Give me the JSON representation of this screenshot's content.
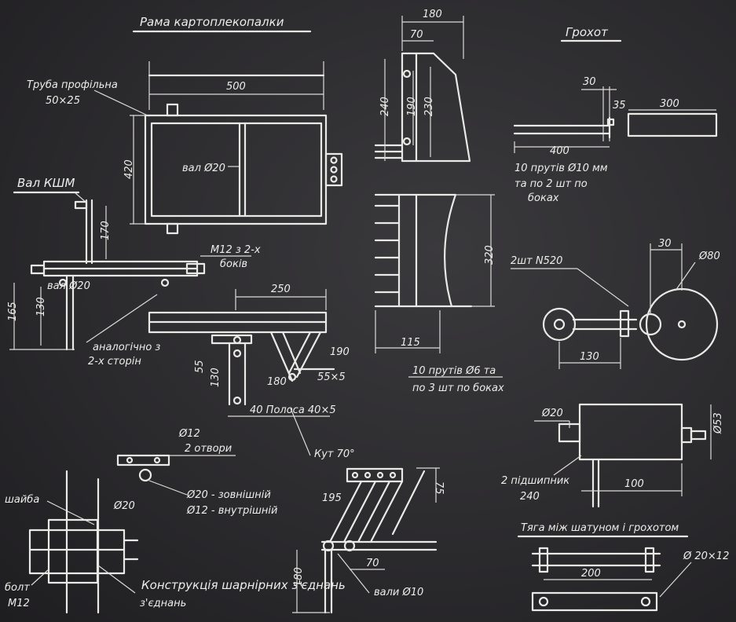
{
  "titles": {
    "frame": "Рама картоплекопалки",
    "sieve": "Грохот",
    "shaft": "Вал КШМ",
    "rod": "Тяга між шатуном і грохотом",
    "hinge": "Конструкція шарнірних з'єднань"
  },
  "frame": {
    "tube_note_1": "Труба профільна",
    "tube_note_2": "50×25",
    "len_500": "500",
    "len_420": "420",
    "shaft_d20": "вал Ø20"
  },
  "side_view": {
    "w180": "180",
    "w70": "70",
    "h240": "240",
    "h190": "190",
    "h230": "230"
  },
  "grate": {
    "h320": "320",
    "w115": "115",
    "note_1": "10 прутів Ø6 та",
    "note_2": "по 3 шт по боках"
  },
  "sieve": {
    "d30": "30",
    "d35": "35",
    "len300": "300",
    "len400": "400",
    "note_1": "10 прутів Ø10 мм",
    "note_2": "та по 2 шт по",
    "note_3": "боках"
  },
  "crank": {
    "label": "2шт N520",
    "d30": "30",
    "d80": "Ø80",
    "len130": "130"
  },
  "bearing_unit": {
    "d20": "Ø20",
    "d53": "Ø53",
    "note_1": "2 підшипник",
    "note_2": "240",
    "len100": "100"
  },
  "shaft": {
    "h170": "170",
    "h165": "165",
    "h130": "130",
    "bolt_note_1": "M12 з 2-х",
    "bolt_note_2": "боків",
    "shaft_d20": "вал Ø20",
    "sym_1": "аналогічно з",
    "sym_2": "2-х сторін"
  },
  "support": {
    "len250": "250",
    "d190": "190",
    "d55": "55",
    "d130": "130",
    "d180": "180",
    "plate": "55×5",
    "strip": "40 Полоса 40×5",
    "angle": "Кут 70°"
  },
  "bracket": {
    "d12": "Ø12",
    "holes": "2 отвори",
    "outer": "Ø20 - зовнішній",
    "inner": "Ø12 - внутрішній"
  },
  "joint": {
    "washer": "шайба",
    "d20": "Ø20",
    "bolt_1": "болт",
    "bolt_2": "M12",
    "design": "з'єднань"
  },
  "lower": {
    "d195": "195",
    "d75": "75",
    "d70": "70",
    "d180": "180",
    "shafts": "вали Ø10"
  },
  "rod": {
    "len200": "200",
    "size": "Ø 20×12"
  }
}
